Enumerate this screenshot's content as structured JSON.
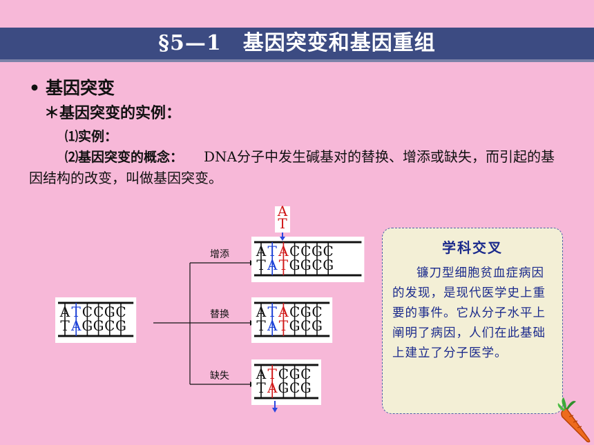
{
  "title": "§5—1　基因突变和基因重组",
  "bullet": "基因突变",
  "subheading": "＊基因突变的实例：",
  "item1": "⑴实例：",
  "concept": {
    "label": "⑵基因突变的概念：",
    "text": "DNA分子中发生碱基对的替换、增添或缺失，而引起的基因结构的改变，叫做基因突变。"
  },
  "diagram": {
    "original": {
      "top": [
        "A",
        "T",
        "C",
        "C",
        "G",
        "C"
      ],
      "bottom": [
        "T",
        "A",
        "G",
        "G",
        "C",
        "G"
      ]
    },
    "insert_pair": {
      "top": "A",
      "bottom": "T"
    },
    "branches": [
      {
        "label": "增添",
        "top": [
          "A",
          "T",
          "A",
          "C",
          "C",
          "G",
          "C"
        ],
        "bottom": [
          "T",
          "A",
          "T",
          "G",
          "G",
          "C",
          "G"
        ]
      },
      {
        "label": "替换",
        "top": [
          "A",
          "T",
          "A",
          "C",
          "G",
          "C"
        ],
        "bottom": [
          "T",
          "A",
          "T",
          "G",
          "C",
          "G"
        ]
      },
      {
        "label": "缺失",
        "top": [
          "A",
          "T",
          "C",
          "G",
          "C"
        ],
        "bottom": [
          "T",
          "A",
          "G",
          "C",
          "G"
        ]
      }
    ],
    "colors": {
      "blue": "#1a3fd6",
      "red": "#d01818",
      "arrow": "#2a46e0"
    }
  },
  "sidebar": {
    "heading": "学科交叉",
    "text": "镰刀型细胞贫血症病因的发现，是现代医学史上重要的事件。它从分子水平上阐明了病因，人们在此基础上建立了分子医学。"
  }
}
